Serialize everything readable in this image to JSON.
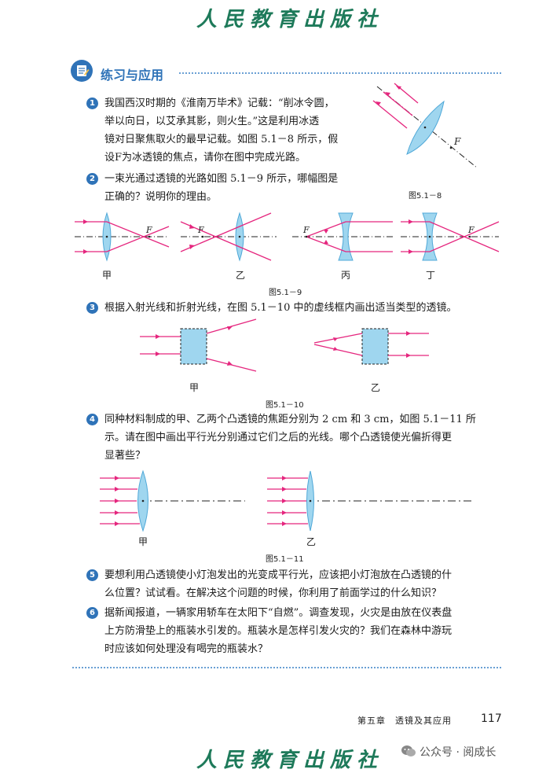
{
  "publisher": "人民教育出版社",
  "section": {
    "title": "练习与应用"
  },
  "questions": [
    {
      "num": "1",
      "lines": [
        "我国西汉时期的《淮南万毕术》记载：“削冰令圆，",
        "举以向日，以艾承其影，则火生。”这是利用冰透",
        "镜对日聚焦取火的最早记载。如图 5.1－8 所示，假",
        "设F为冰透镜的焦点，请你在图中完成光路。"
      ]
    },
    {
      "num": "2",
      "lines": [
        "一束光通过透镜的光路如图 5.1－9 所示，哪幅图是",
        "正确的？说明你的理由。"
      ]
    },
    {
      "num": "3",
      "lines": [
        "根据入射光线和折射光线，在图 5.1－10 中的虚线框内画出适当类型的透镜。"
      ]
    },
    {
      "num": "4",
      "lines": [
        "同种材料制成的甲、乙两个凸透镜的焦距分别为 2 cm 和 3 cm，如图 5.1－11 所",
        "示。请在图中画出平行光分别通过它们之后的光线。哪个凸透镜使光偏折得更",
        "显著些？"
      ]
    },
    {
      "num": "5",
      "lines": [
        "要想利用凸透镜使小灯泡发出的光变成平行光，应该把小灯泡放在凸透镜的什",
        "么位置？试试看。在解决这个问题的时候，你利用了前面学过的什么知识？"
      ]
    },
    {
      "num": "6",
      "lines": [
        "据新闻报道，一辆家用轿车在太阳下“自燃”。调查发现，火灾是由放在仪表盘",
        "上方防滑垫上的瓶装水引发的。瓶装水是怎样引发火灾的？我们在森林中游玩",
        "时应该如何处理没有喝完的瓶装水？"
      ]
    }
  ],
  "figures": {
    "f8": {
      "caption": "图5.1－8",
      "focus": "F"
    },
    "f9": {
      "caption": "图5.1－9",
      "focus": "F",
      "labels": [
        "甲",
        "乙",
        "丙",
        "丁"
      ]
    },
    "f10": {
      "caption": "图5.1－10",
      "labels": [
        "甲",
        "乙"
      ]
    },
    "f11": {
      "caption": "图5.1－11",
      "labels": [
        "甲",
        "乙"
      ]
    }
  },
  "footer": {
    "chapter": "第五章　透镜及其应用",
    "page": "117"
  },
  "watermark": "公众号 · 阅成长",
  "colors": {
    "ray": "#e5267e",
    "lens": "#9fd6ef",
    "lens_edge": "#4fa8d8",
    "accent": "#2f73b8"
  }
}
